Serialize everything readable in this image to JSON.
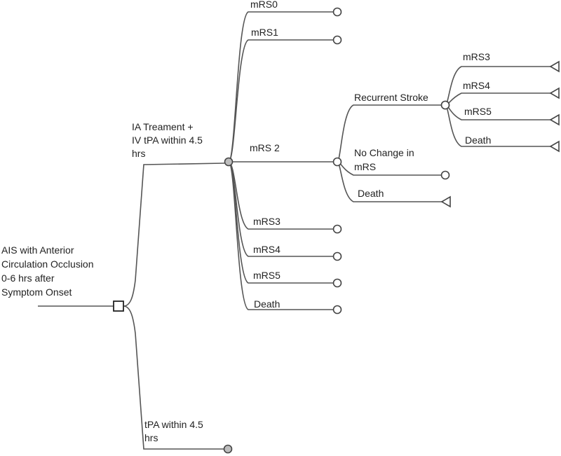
{
  "tree": {
    "root_label": [
      "AIS with Anterior",
      "Circulation Occlusion",
      "0-6 hrs after",
      "Symptom Onset"
    ],
    "strategy_a": {
      "label": [
        "IA Treament +",
        "IV tPA within 4.5",
        "hrs"
      ],
      "outcomes": [
        {
          "label": [
            "mRS0"
          ],
          "terminal": "circle"
        },
        {
          "label": [
            "mRS1"
          ],
          "terminal": "circle"
        },
        {
          "label": [
            "mRS 2"
          ],
          "terminal": "chance"
        },
        {
          "label": [
            "mRS3"
          ],
          "terminal": "circle"
        },
        {
          "label": [
            "mRS4"
          ],
          "terminal": "circle"
        },
        {
          "label": [
            "mRS5"
          ],
          "terminal": "circle"
        },
        {
          "label": [
            "Death"
          ],
          "terminal": "circle"
        }
      ],
      "mrs2_branches": [
        {
          "label": [
            "Recurrent Stroke"
          ],
          "terminal": "chance"
        },
        {
          "label": [
            "No Change in",
            "mRS"
          ],
          "terminal": "circle"
        },
        {
          "label": [
            "Death"
          ],
          "terminal": "triangle"
        }
      ],
      "recurrent_branches": [
        {
          "label": [
            "mRS3"
          ],
          "terminal": "triangle"
        },
        {
          "label": [
            "mRS4"
          ],
          "terminal": "triangle"
        },
        {
          "label": [
            "mRS5"
          ],
          "terminal": "triangle"
        },
        {
          "label": [
            "Death"
          ],
          "terminal": "triangle"
        }
      ]
    },
    "strategy_b": {
      "label": [
        "tPA within 4.5",
        "hrs"
      ],
      "terminal": "chance"
    }
  }
}
